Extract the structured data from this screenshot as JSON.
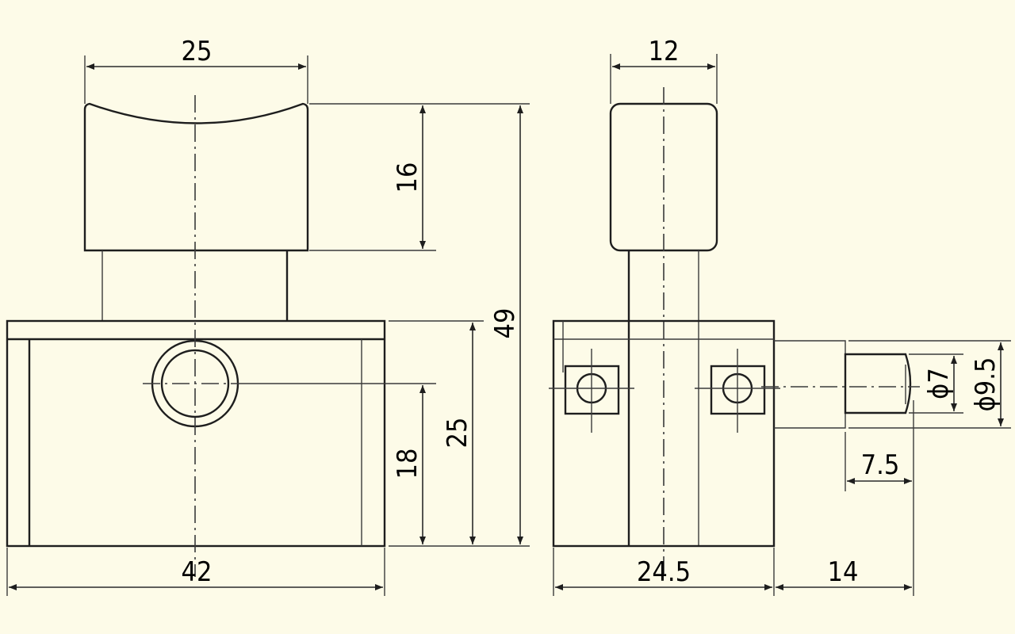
{
  "colors": {
    "background": "#fdfbe8",
    "ink": "#1e1e1e"
  },
  "front_view": {
    "dims": {
      "knob_width": "25",
      "knob_height": "16",
      "overall_height": "49",
      "body_height": "25",
      "hole_height": "18",
      "body_width": "42"
    }
  },
  "side_view": {
    "dims": {
      "knob_width": "12",
      "body_depth": "24.5",
      "shaft_length": "14",
      "shaft_tip": "7.5",
      "inner_diameter": "ϕ7",
      "outer_diameter": "ϕ9.5"
    }
  }
}
